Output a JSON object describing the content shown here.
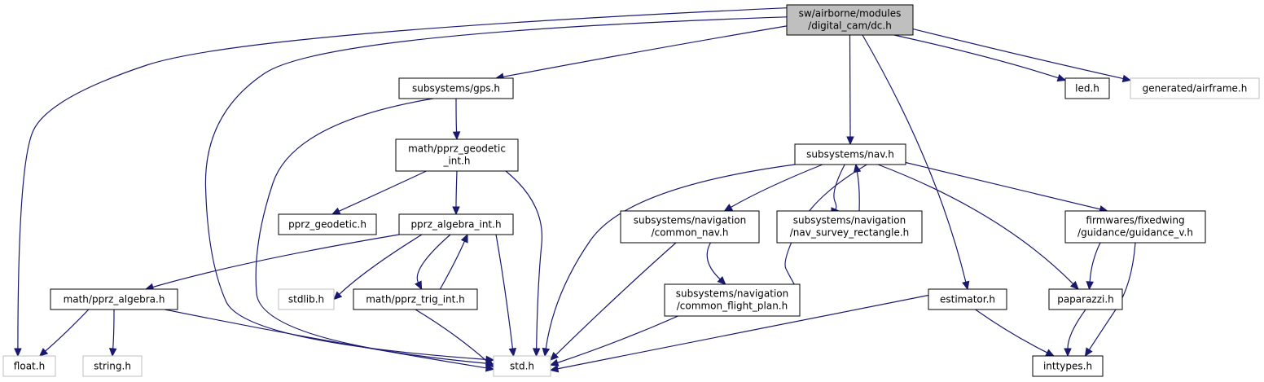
{
  "colors": {
    "edge": "#191970",
    "border": "#000000",
    "external_border": "#bfbfbf",
    "root_fill": "#bfbfbf"
  },
  "nodes": [
    {
      "id": "dc",
      "lines": [
        "sw/airborne/modules",
        "/digital_cam/dc.h"
      ],
      "kind": "root"
    },
    {
      "id": "gps",
      "lines": [
        "subsystems/gps.h"
      ],
      "kind": "normal"
    },
    {
      "id": "nav",
      "lines": [
        "subsystems/nav.h"
      ],
      "kind": "normal"
    },
    {
      "id": "led",
      "lines": [
        "led.h"
      ],
      "kind": "normal"
    },
    {
      "id": "airframe",
      "lines": [
        "generated/airframe.h"
      ],
      "kind": "external"
    },
    {
      "id": "geodetic_int",
      "lines": [
        "math/pprz_geodetic",
        "_int.h"
      ],
      "kind": "normal"
    },
    {
      "id": "geodetic",
      "lines": [
        "pprz_geodetic.h"
      ],
      "kind": "normal"
    },
    {
      "id": "algebra_int",
      "lines": [
        "pprz_algebra_int.h"
      ],
      "kind": "normal"
    },
    {
      "id": "common_nav",
      "lines": [
        "subsystems/navigation",
        "/common_nav.h"
      ],
      "kind": "normal"
    },
    {
      "id": "survey",
      "lines": [
        "subsystems/navigation",
        "/nav_survey_rectangle.h"
      ],
      "kind": "normal"
    },
    {
      "id": "guidance",
      "lines": [
        "firmwares/fixedwing",
        "/guidance/guidance_v.h"
      ],
      "kind": "normal"
    },
    {
      "id": "algebra",
      "lines": [
        "math/pprz_algebra.h"
      ],
      "kind": "normal"
    },
    {
      "id": "stdlib",
      "lines": [
        "stdlib.h"
      ],
      "kind": "external"
    },
    {
      "id": "trig",
      "lines": [
        "math/pprz_trig_int.h"
      ],
      "kind": "normal"
    },
    {
      "id": "flight_plan",
      "lines": [
        "subsystems/navigation",
        "/common_flight_plan.h"
      ],
      "kind": "normal"
    },
    {
      "id": "estimator",
      "lines": [
        "estimator.h"
      ],
      "kind": "normal"
    },
    {
      "id": "paparazzi",
      "lines": [
        "paparazzi.h"
      ],
      "kind": "normal"
    },
    {
      "id": "float",
      "lines": [
        "float.h"
      ],
      "kind": "external"
    },
    {
      "id": "string",
      "lines": [
        "string.h"
      ],
      "kind": "external"
    },
    {
      "id": "std",
      "lines": [
        "std.h"
      ],
      "kind": "external"
    },
    {
      "id": "inttypes",
      "lines": [
        "inttypes.h"
      ],
      "kind": "normal"
    }
  ],
  "edges": [
    [
      "dc",
      "gps"
    ],
    [
      "dc",
      "nav"
    ],
    [
      "dc",
      "led"
    ],
    [
      "dc",
      "airframe"
    ],
    [
      "dc",
      "estimator"
    ],
    [
      "dc",
      "float"
    ],
    [
      "dc",
      "std"
    ],
    [
      "gps",
      "geodetic_int"
    ],
    [
      "gps",
      "std"
    ],
    [
      "geodetic_int",
      "geodetic"
    ],
    [
      "geodetic_int",
      "algebra_int"
    ],
    [
      "geodetic_int",
      "std"
    ],
    [
      "algebra_int",
      "algebra"
    ],
    [
      "algebra_int",
      "stdlib"
    ],
    [
      "algebra_int",
      "trig"
    ],
    [
      "algebra_int",
      "std"
    ],
    [
      "trig",
      "algebra_int"
    ],
    [
      "trig",
      "std"
    ],
    [
      "algebra",
      "float"
    ],
    [
      "algebra",
      "string"
    ],
    [
      "algebra",
      "std"
    ],
    [
      "nav",
      "std"
    ],
    [
      "nav",
      "common_nav"
    ],
    [
      "nav",
      "survey"
    ],
    [
      "nav",
      "guidance"
    ],
    [
      "nav",
      "paparazzi"
    ],
    [
      "nav",
      "flight_plan"
    ],
    [
      "survey",
      "nav"
    ],
    [
      "common_nav",
      "flight_plan"
    ],
    [
      "common_nav",
      "std"
    ],
    [
      "flight_plan",
      "std"
    ],
    [
      "guidance",
      "paparazzi"
    ],
    [
      "guidance",
      "inttypes"
    ],
    [
      "estimator",
      "std"
    ],
    [
      "estimator",
      "inttypes"
    ],
    [
      "paparazzi",
      "inttypes"
    ]
  ]
}
